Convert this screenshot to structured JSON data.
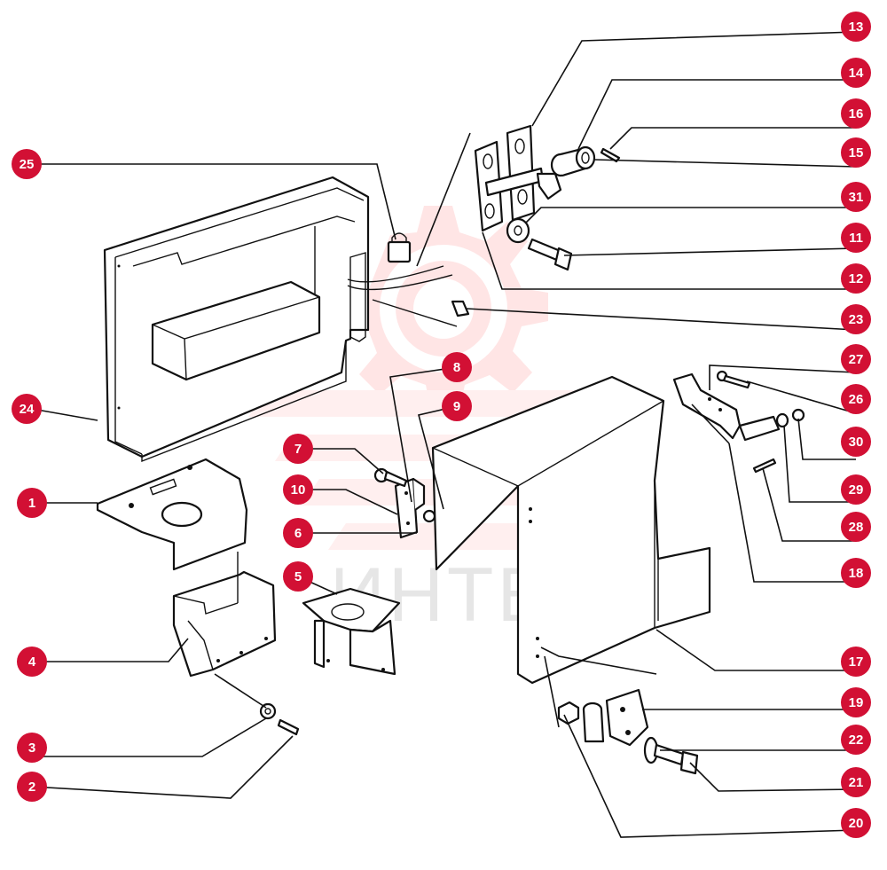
{
  "watermark": {
    "text": "ИНТЕК",
    "color": "#ffdcdc"
  },
  "badge_color": "#d21034",
  "callouts": [
    "1",
    "2",
    "3",
    "4",
    "5",
    "6",
    "7",
    "8",
    "9",
    "10",
    "11",
    "12",
    "13",
    "14",
    "15",
    "16",
    "17",
    "18",
    "19",
    "20",
    "21",
    "22",
    "23",
    "24",
    "25",
    "26",
    "27",
    "28",
    "29",
    "30",
    "31"
  ]
}
